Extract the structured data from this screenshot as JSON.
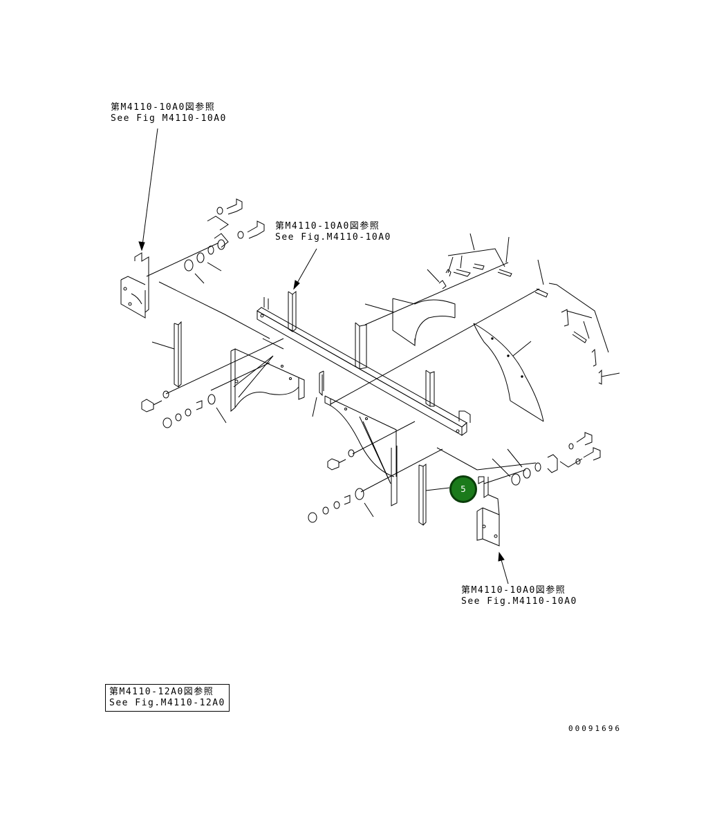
{
  "references": [
    {
      "jp": "第M4110-10A0図参照",
      "en": "See Fig M4110-10A0"
    },
    {
      "jp": "第M4110-10A0図参照",
      "en": "See Fig.M4110-10A0"
    },
    {
      "jp": "第M4110-10A0図参照",
      "en": "See Fig.M4110-10A0"
    },
    {
      "jp": "第M4110-12A0図参照",
      "en": "See Fig.M4110-12A0"
    }
  ],
  "callout": {
    "number": "5",
    "color": "#1b7a1b"
  },
  "document_id": "00091696"
}
